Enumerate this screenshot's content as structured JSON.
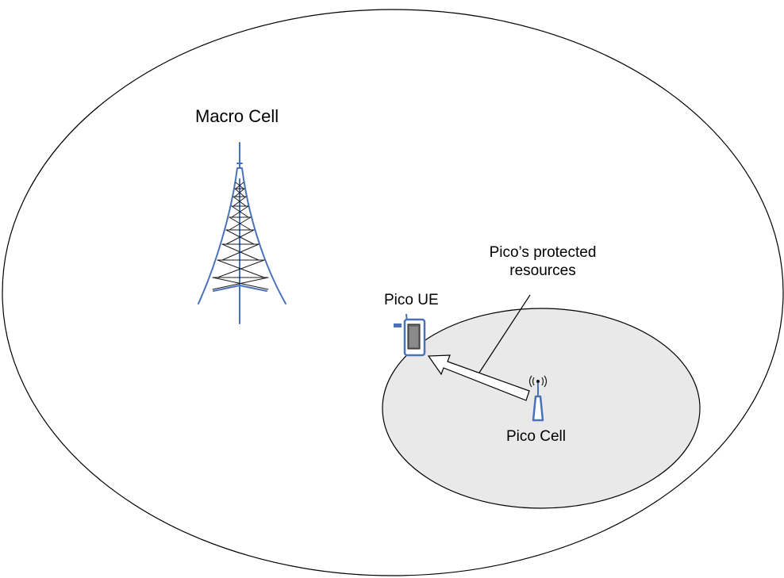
{
  "diagram": {
    "macro_cell_label": "Macro Cell",
    "pico_protected_label": "Pico’s protected resources",
    "pico_ue_label": "Pico UE",
    "pico_cell_label": "Pico Cell"
  },
  "colors": {
    "macro_ellipse_fill": "#ffffff",
    "pico_ellipse_fill": "#e9e9e9",
    "outline": "#000000",
    "equipment_blue": "#4a72b8"
  },
  "icons": [
    "macro-tower-icon",
    "mobile-phone-icon",
    "pico-antenna-icon",
    "radio-waves-icon"
  ]
}
